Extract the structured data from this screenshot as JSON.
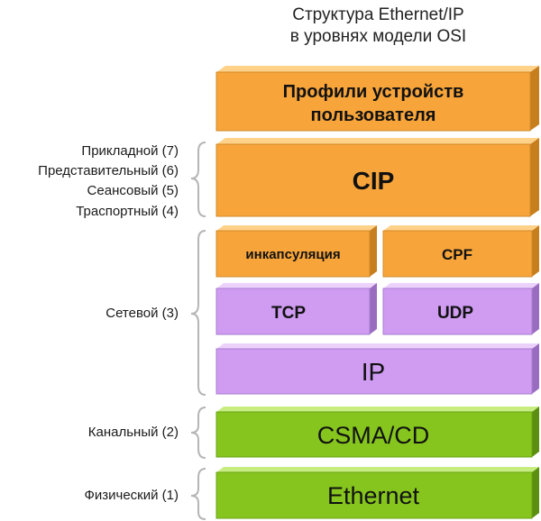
{
  "title": {
    "line1": "Структура Ethernet/IP",
    "line2": "в уровнях модели OSI"
  },
  "osi_layers": {
    "application": "Прикладной (7)",
    "presentation": "Представительный (6)",
    "session": "Сеансовый (5)",
    "transport": "Траспортный (4)",
    "network": "Сетевой (3)",
    "datalink": "Канальный (2)",
    "physical": "Физический (1)"
  },
  "blocks": {
    "profiles_line1": "Профили устройств",
    "profiles_line2": "пользователя",
    "cip": "CIP",
    "encapsulation": "инкапсуляция",
    "cpf": "CPF",
    "tcp": "TCP",
    "udp": "UDP",
    "ip": "IP",
    "csma": "CSMA/CD",
    "ethernet": "Ethernet"
  },
  "colors": {
    "orange": "#f7a43a",
    "purple": "#cf9cf2",
    "green": "#86c51e"
  }
}
